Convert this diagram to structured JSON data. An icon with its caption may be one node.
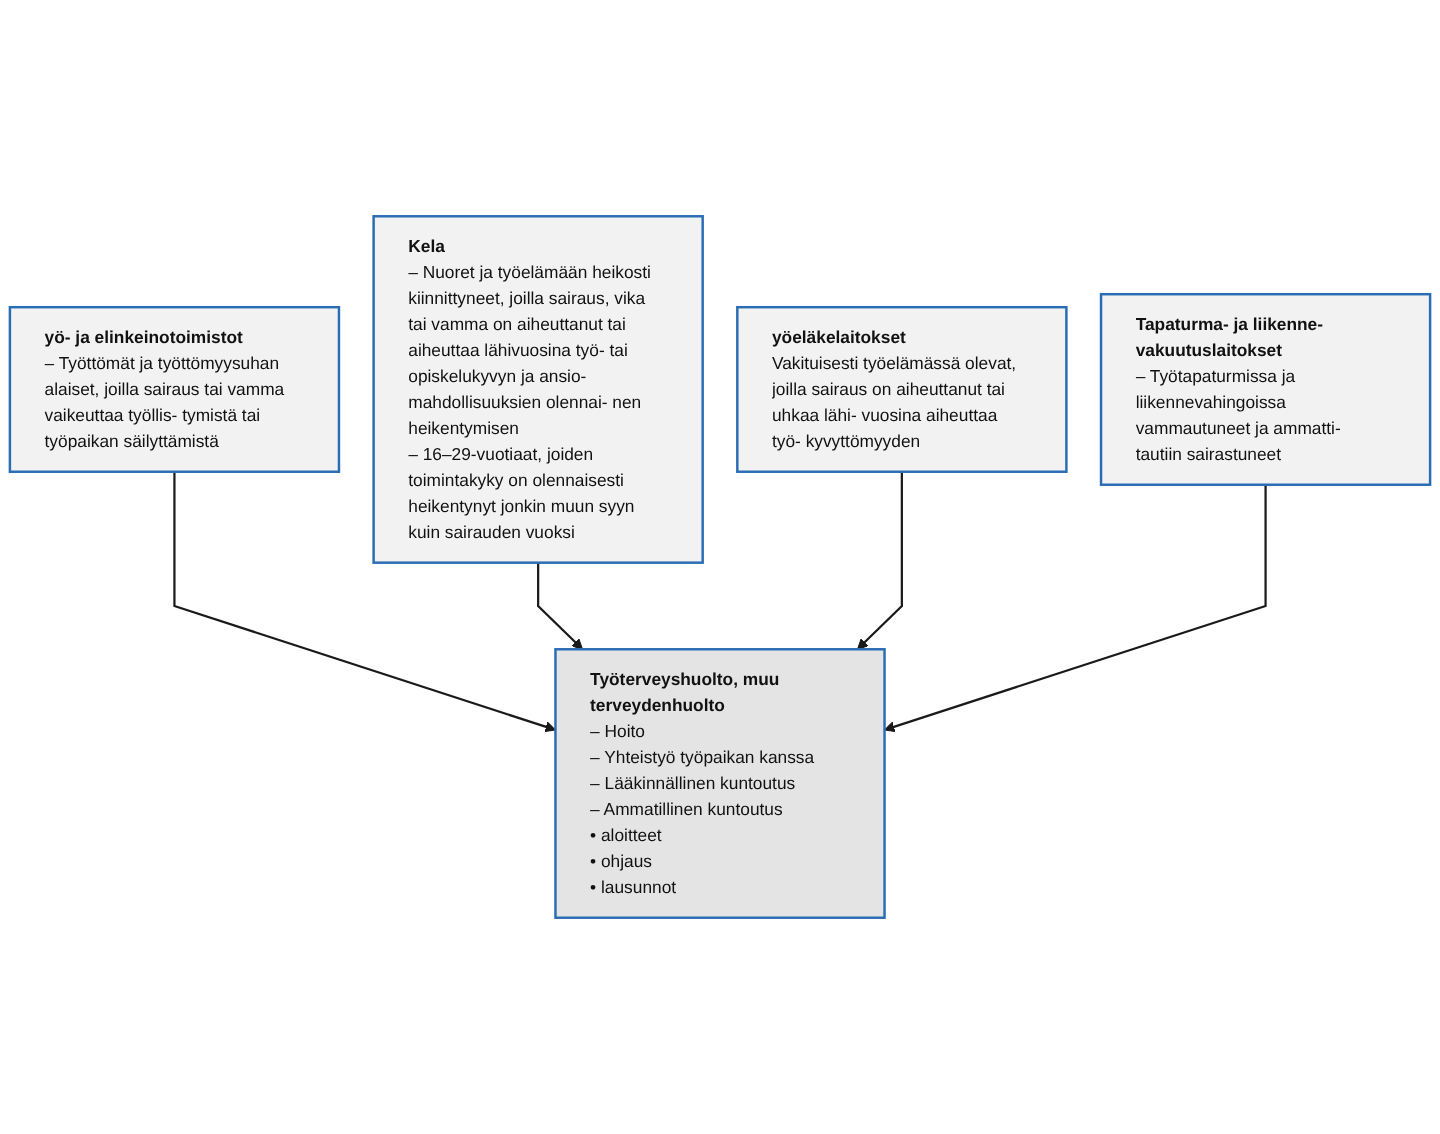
{
  "diagram": {
    "nodes": [
      {
        "text": [
          "yö- ja elinkeinotoimistot",
          "– Työttömät ja työttömyysuhan alaiset, joilla sairaus tai vamma vaikeuttaa työllis- tymistä tai työpaikan säilyttämistä"
        ]
      },
      {
        "text": [
          "Kela",
          "– Nuoret ja työelämään heikosti kiinnittyneet, joilla sairaus, vika tai vamma on aiheuttanut tai aiheuttaa lähivuosina työ- tai opiskelukyvyn ja ansio- mahdollisuuksien olennai- nen heikentymisen",
          "– 16–29-vuotiaat, joiden toimintakyky on olennaisesti heikentynyt jonkin muun syyn kuin sairauden vuoksi"
        ]
      },
      {
        "text": [
          "Työterveyshuolto, muu terveydenhuolto",
          "– Hoito",
          "– Yhteistyö työpaikan kanssa",
          "– Lääkinnällinen kuntoutus",
          "– Ammatillinen kuntoutus",
          "• aloitteet",
          "• ohjaus",
          "• lausunnot"
        ]
      },
      {
        "text": [
          "yöeläkelaitokset",
          "Vakituisesti työelämässä olevat, joilla sairaus on aiheuttanut tai uhkaa lähi- vuosina aiheuttaa työ- kyvyttömyyden"
        ]
      },
      {
        "text": [
          "Tapaturma- ja liikenne- vakuutuslaitokset",
          "– Työtapaturmissa ja liikennevahingoissa vammautuneet ja ammatti- tautiin sairastuneet"
        ]
      }
    ],
    "edges": [
      {
        "from": 0,
        "to": 2,
        "arrow": "to"
      },
      {
        "from": 1,
        "to": 2,
        "arrow": "to"
      },
      {
        "from": 3,
        "to": 2,
        "arrow": "to"
      },
      {
        "from": 4,
        "to": 2,
        "arrow": "to"
      }
    ]
  }
}
